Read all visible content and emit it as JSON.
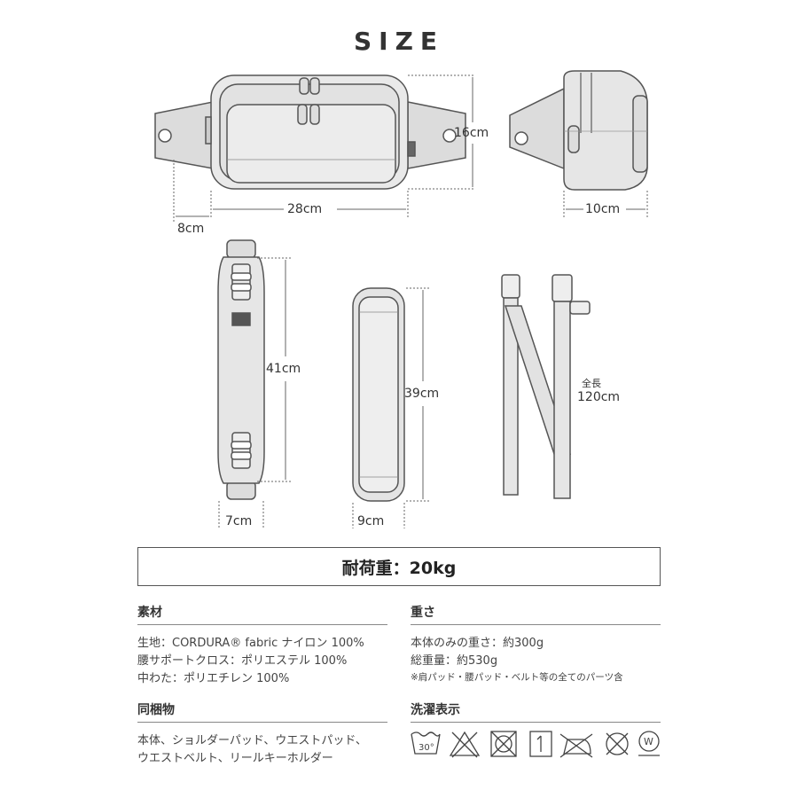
{
  "title": "SIZE",
  "dimensions": {
    "height_main": "16cm",
    "width_main": "28cm",
    "belt_side": "8cm",
    "depth": "10cm",
    "shoulder_pad_length": "41cm",
    "shoulder_pad_width": "7cm",
    "waist_pad_length": "39cm",
    "waist_pad_width": "9cm",
    "belt_total_label": "全長",
    "belt_total": "120cm"
  },
  "load": {
    "text": "耐荷重：20kg"
  },
  "material": {
    "heading": "素材",
    "lines": [
      "生地：CORDURA® fabric ナイロン 100%",
      "腰サポートクロス：ポリエステル 100%",
      "中わた：ポリエチレン 100%"
    ]
  },
  "weight": {
    "heading": "重さ",
    "lines": [
      "本体のみの重さ：約300g",
      "総重量：約530g"
    ],
    "note": "※肩パッド・腰パッド・ベルト等の全てのパーツ含"
  },
  "included": {
    "heading": "同梱物",
    "lines": [
      "本体、ショルダーパッド、ウエストパッド、",
      "ウエストベルト、リールキーホルダー"
    ]
  },
  "care": {
    "heading": "洗濯表示",
    "icons": [
      "wash-30-icon",
      "no-bleach-icon",
      "no-tumble-dry-icon",
      "line-dry-icon",
      "no-iron-icon",
      "no-dry-clean-icon",
      "wet-clean-icon"
    ],
    "wash_temp": "30°",
    "wet_label": "W"
  }
}
